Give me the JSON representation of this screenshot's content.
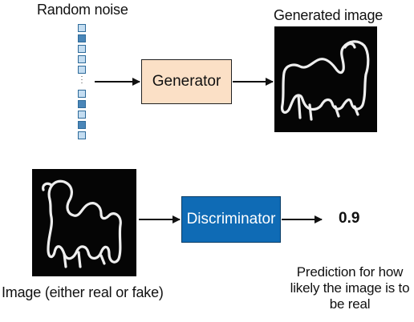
{
  "generator_section": {
    "noise_label": "Random noise",
    "noise_cells": [
      "light",
      "dark",
      "light",
      "light",
      "light",
      "light",
      "dark",
      "light",
      "dark",
      "light"
    ],
    "generator_label": "Generator",
    "output_label": "Generated image"
  },
  "discriminator_section": {
    "input_label": "Image (either real or fake)",
    "discriminator_label": "Discriminator",
    "score": "0.9",
    "prediction_label": "Prediction for how likely the image is to be real"
  },
  "colors": {
    "noise_light": "#c4ddf1",
    "noise_dark": "#4a86b8",
    "generator_fill": "#fbe0c6",
    "discriminator_fill": "#0f6bb5",
    "image_bg": "#050505"
  }
}
